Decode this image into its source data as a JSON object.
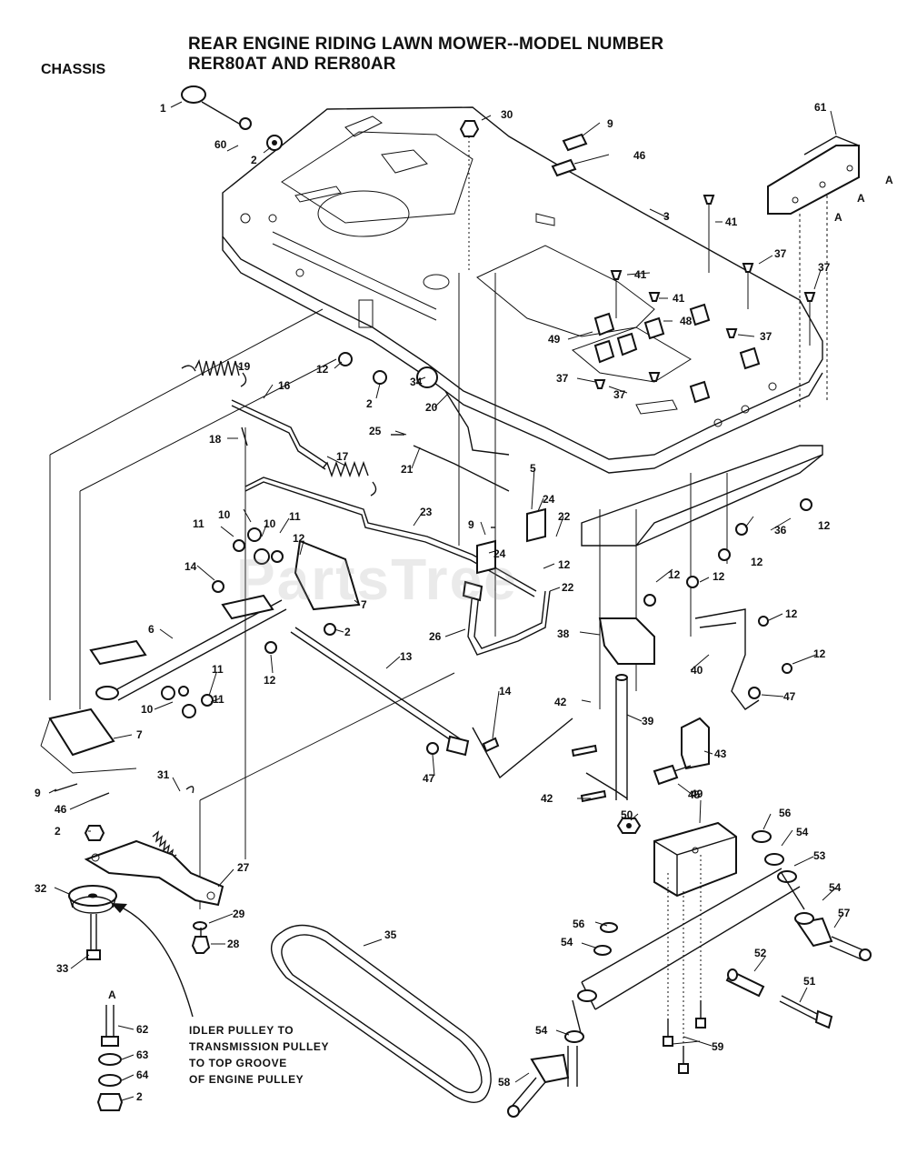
{
  "header": {
    "title_line1": "REAR ENGINE RIDING LAWN MOWER--MODEL NUMBER",
    "title_line2": "RER80AT AND RER80AR",
    "section": "CHASSIS"
  },
  "watermark": "PartsTree",
  "callout": {
    "line1": "IDLER PULLEY TO",
    "line2": "TRANSMISSION  PULLEY",
    "line3": "TO TOP GROOVE",
    "line4": "OF ENGINE PULLEY"
  },
  "inset_label": "A",
  "ref_mark": "A",
  "parts": {
    "p1": "1",
    "p2": "2",
    "p3": "3",
    "p5": "5",
    "p6": "6",
    "p7": "7",
    "p9": "9",
    "p10": "10",
    "p11": "11",
    "p12": "12",
    "p13": "13",
    "p14": "14",
    "p16": "16",
    "p17": "17",
    "p18": "18",
    "p19": "19",
    "p20": "20",
    "p21": "21",
    "p22": "22",
    "p23": "23",
    "p24": "24",
    "p25": "25",
    "p26": "26",
    "p27": "27",
    "p28": "28",
    "p29": "29",
    "p30": "30",
    "p31": "31",
    "p32": "32",
    "p33": "33",
    "p34": "34",
    "p35": "35",
    "p36": "36",
    "p37": "37",
    "p38": "38",
    "p39": "39",
    "p40": "40",
    "p41": "41",
    "p42": "42",
    "p43": "43",
    "p45": "45",
    "p46": "46",
    "p47": "47",
    "p48": "48",
    "p49": "49",
    "p50": "50",
    "p51": "51",
    "p52": "52",
    "p53": "53",
    "p54": "54",
    "p56": "56",
    "p57": "57",
    "p58": "58",
    "p59": "59",
    "p60": "60",
    "p61": "61",
    "p62": "62",
    "p63": "63",
    "p64": "64"
  }
}
